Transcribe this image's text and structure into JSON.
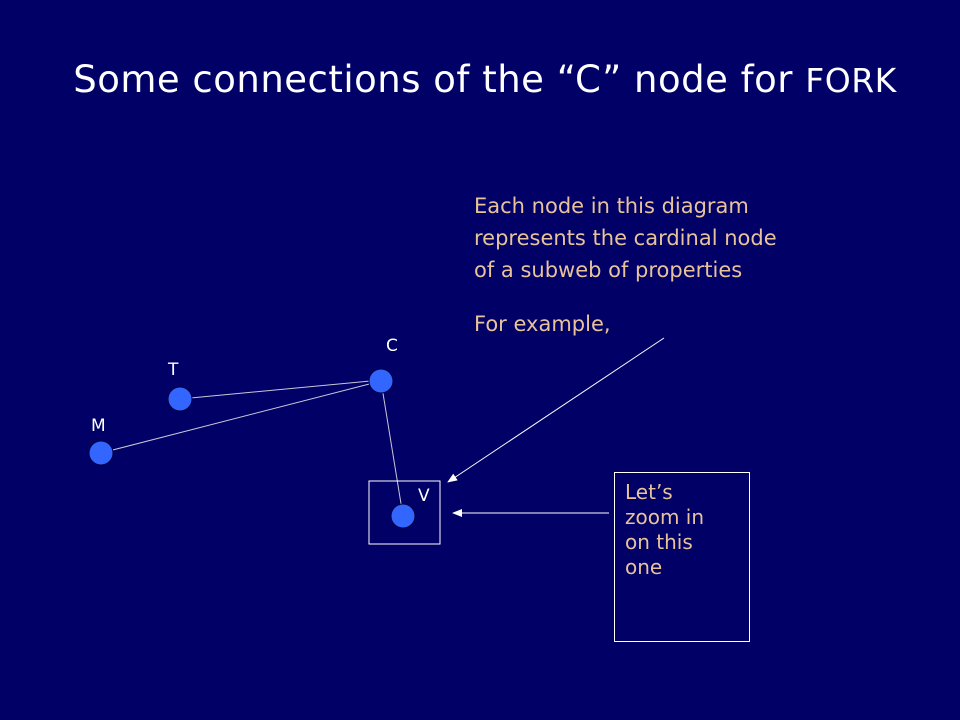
{
  "slide": {
    "title_main": "Some connections of the “C” node for",
    "title_tail": "FORK",
    "explanation": {
      "line1": "Each node in this diagram",
      "line2": "represents the cardinal node",
      "line3": "of a subweb of properties",
      "line4": "For example,"
    },
    "callout": {
      "line1": "Let’s",
      "line2": "zoom in",
      "line3": "on this",
      "line4": "one"
    }
  },
  "nodes": [
    {
      "id": "C",
      "label": "C"
    },
    {
      "id": "T",
      "label": "T"
    },
    {
      "id": "M",
      "label": "M"
    },
    {
      "id": "V",
      "label": "V"
    }
  ],
  "edges": [
    {
      "from": "C",
      "to": "T"
    },
    {
      "from": "C",
      "to": "M"
    },
    {
      "from": "C",
      "to": "V"
    }
  ],
  "colors": {
    "background": "#000066",
    "node_fill": "#3366ff",
    "text_accent": "#e8c39a"
  }
}
